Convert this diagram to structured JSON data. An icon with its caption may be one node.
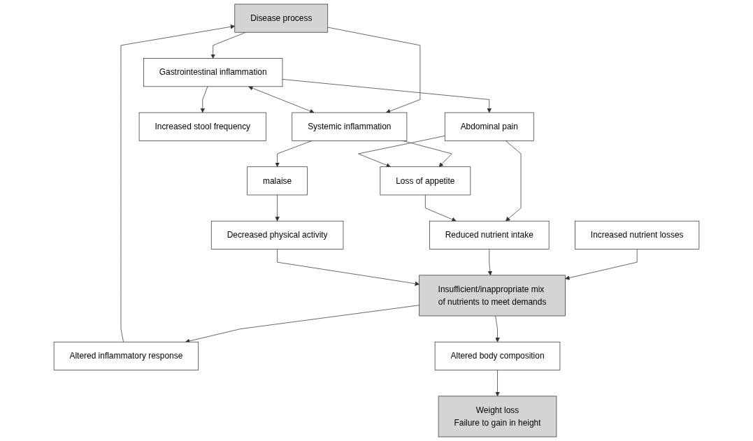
{
  "diagram": {
    "nodes": [
      {
        "text": [
          "Disease process"
        ]
      },
      {
        "text": [
          "Gastrointestinal inflammation"
        ]
      },
      {
        "text": [
          "Systemic inflammation"
        ]
      },
      {
        "text": [
          "Increased stool frequency"
        ]
      },
      {
        "text": [
          "Abdominal pain"
        ]
      },
      {
        "text": [
          "Loss of appetite"
        ]
      },
      {
        "text": [
          "malaise"
        ]
      },
      {
        "text": [
          "Increased nutrient losses"
        ]
      },
      {
        "text": [
          "Reduced nutrient intake"
        ]
      },
      {
        "text": [
          "Decreased physical activity"
        ]
      },
      {
        "text": [
          "Insufficient/inappropriate mix of nutrients to meet demands"
        ]
      },
      {
        "text": [
          "Altered inflammatory response"
        ]
      },
      {
        "text": [
          "Altered body composition"
        ]
      },
      {
        "text": [
          "Weight loss",
          "Failure to gain in height"
        ]
      }
    ],
    "edges": [
      {
        "from": 0,
        "to": 1,
        "arrow": "to"
      },
      {
        "from": 0,
        "to": 2,
        "arrow": "to"
      },
      {
        "from": 1,
        "to": 2,
        "arrow": "both"
      },
      {
        "from": 1,
        "to": 3,
        "arrow": "to"
      },
      {
        "from": 1,
        "to": 4,
        "arrow": "to"
      },
      {
        "from": 2,
        "to": 5,
        "arrow": "to"
      },
      {
        "from": 2,
        "to": 6,
        "arrow": "to"
      },
      {
        "from": 4,
        "to": 5,
        "arrow": "to"
      },
      {
        "from": 4,
        "to": 8,
        "arrow": "to"
      },
      {
        "from": 5,
        "to": 8,
        "arrow": "to"
      },
      {
        "from": 6,
        "to": 9,
        "arrow": "to"
      },
      {
        "from": 7,
        "to": 10,
        "arrow": "to"
      },
      {
        "from": 8,
        "to": 10,
        "arrow": "to"
      },
      {
        "from": 9,
        "to": 10,
        "arrow": "to"
      },
      {
        "from": 10,
        "to": 11,
        "arrow": "to"
      },
      {
        "from": 10,
        "to": 12,
        "arrow": "to"
      },
      {
        "from": 12,
        "to": 13,
        "arrow": "to"
      },
      {
        "from": 11,
        "to": 0,
        "arrow": "to"
      }
    ]
  }
}
